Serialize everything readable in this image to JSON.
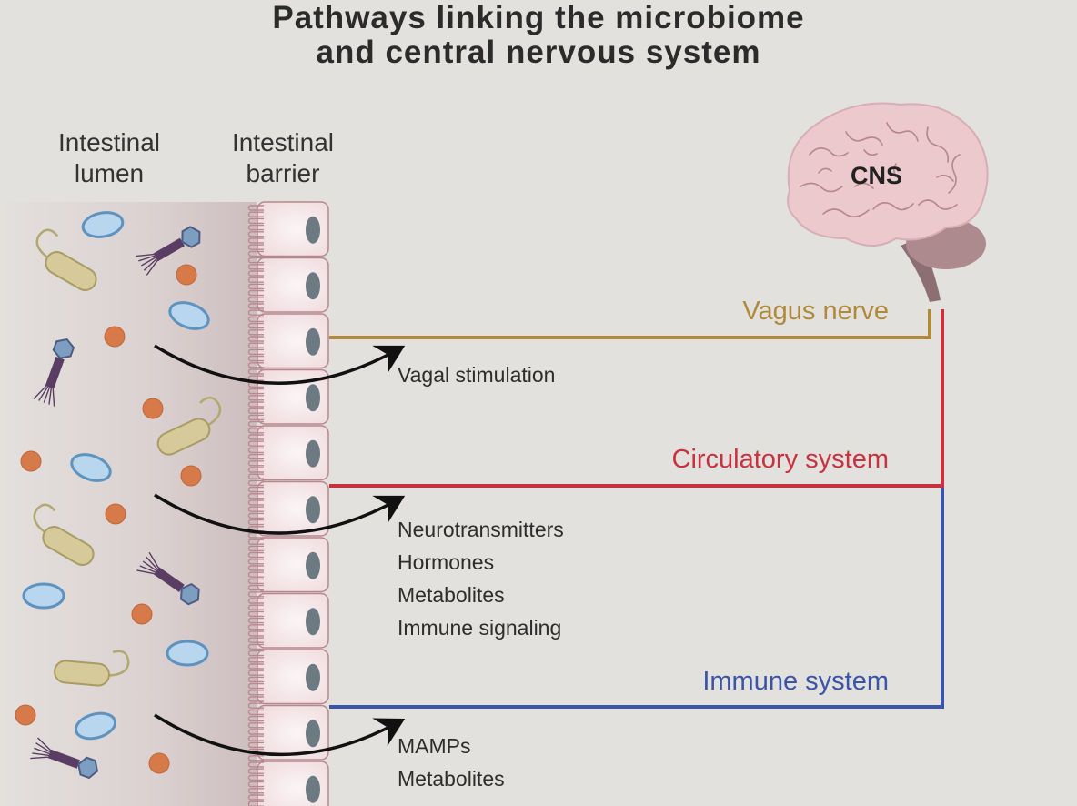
{
  "title": {
    "line1": "Pathways linking the microbiome",
    "line2": "and central nervous system"
  },
  "columns": {
    "lumen": {
      "line1": "Intestinal",
      "line2": "lumen"
    },
    "barrier": {
      "line1": "Intestinal",
      "line2": "barrier"
    }
  },
  "brain_label": "CNS",
  "pathways": [
    {
      "name": "Vagus nerve",
      "color": "#b08a3c",
      "signals": [
        "Vagal stimulation"
      ]
    },
    {
      "name": "Circulatory system",
      "color": "#c8323f",
      "signals": [
        "Neurotransmitters",
        "Hormones",
        "Metabolites",
        "Immune signaling"
      ]
    },
    {
      "name": "Immune system",
      "color": "#3a55a8",
      "signals": [
        "MAMPs",
        "Metabolites"
      ]
    }
  ],
  "colors": {
    "background": "#e2e1dd",
    "cell_fill": "#f2e4e6",
    "cell_border": "#b88790",
    "nucleus": "#6d7a82",
    "bacteria_rod": "#d6c99a",
    "bacteria_oval": "#b9d6ef",
    "particle": "#d77a4a",
    "phage": "#5a3d62",
    "brain": "#ecc9cc"
  }
}
